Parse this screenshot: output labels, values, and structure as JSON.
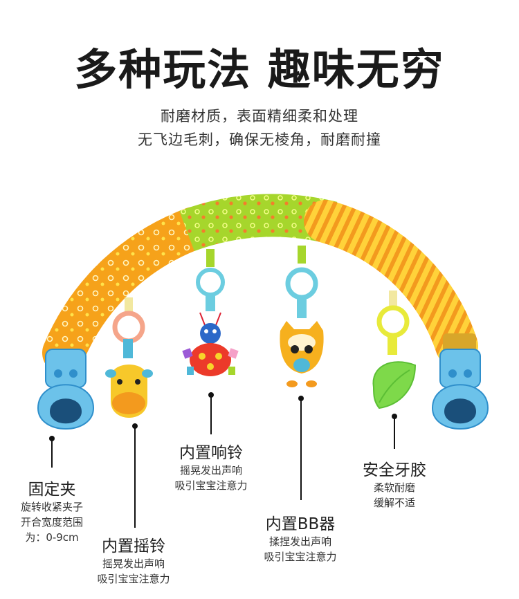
{
  "headline": "多种玩法 趣味无穷",
  "subtitle": [
    "耐磨材质，表面精细柔和处理",
    "无飞边毛刺，确保无棱角，耐磨耐撞"
  ],
  "callouts": {
    "clip": {
      "title": "固定夹",
      "desc": [
        "旋转收紧夹子",
        "开合宽度范围",
        "为：0-9cm"
      ]
    },
    "rattle": {
      "title": "内置摇铃",
      "desc": [
        "摇晃发出声响",
        "吸引宝宝注意力"
      ]
    },
    "bell": {
      "title": "内置响铃",
      "desc": [
        "摇晃发出声响",
        "吸引宝宝注意力"
      ]
    },
    "squeaker": {
      "title": "内置BB器",
      "desc": [
        "揉捏发出声响",
        "吸引宝宝注意力"
      ]
    },
    "teether": {
      "title": "安全牙胶",
      "desc": [
        "柔软耐磨",
        "缓解不适"
      ]
    }
  }
}
